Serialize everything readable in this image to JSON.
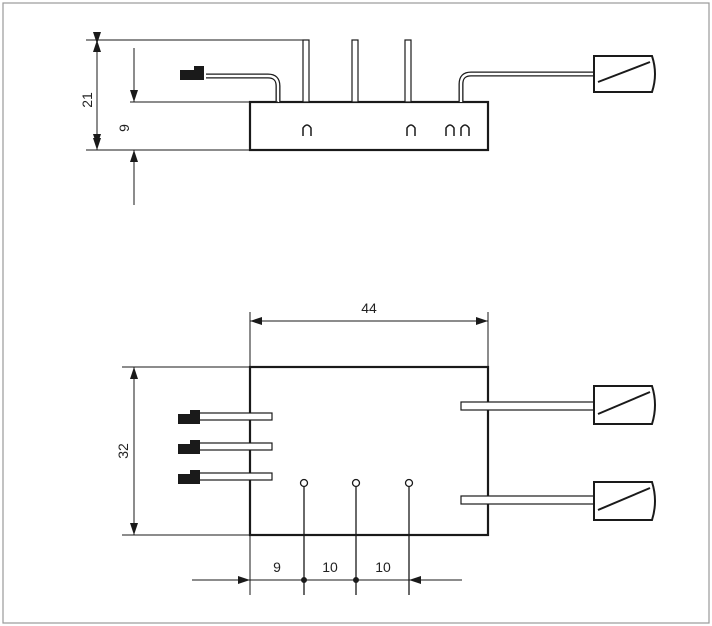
{
  "dimensions": {
    "total_height": "21",
    "body_height": "9",
    "width": "44",
    "depth": "32",
    "pin_offset": "9",
    "pin_pitch_1": "10",
    "pin_pitch_2": "10"
  },
  "colors": {
    "line": "#1a1a1a",
    "dim": "#222222",
    "frame": "#999999"
  }
}
